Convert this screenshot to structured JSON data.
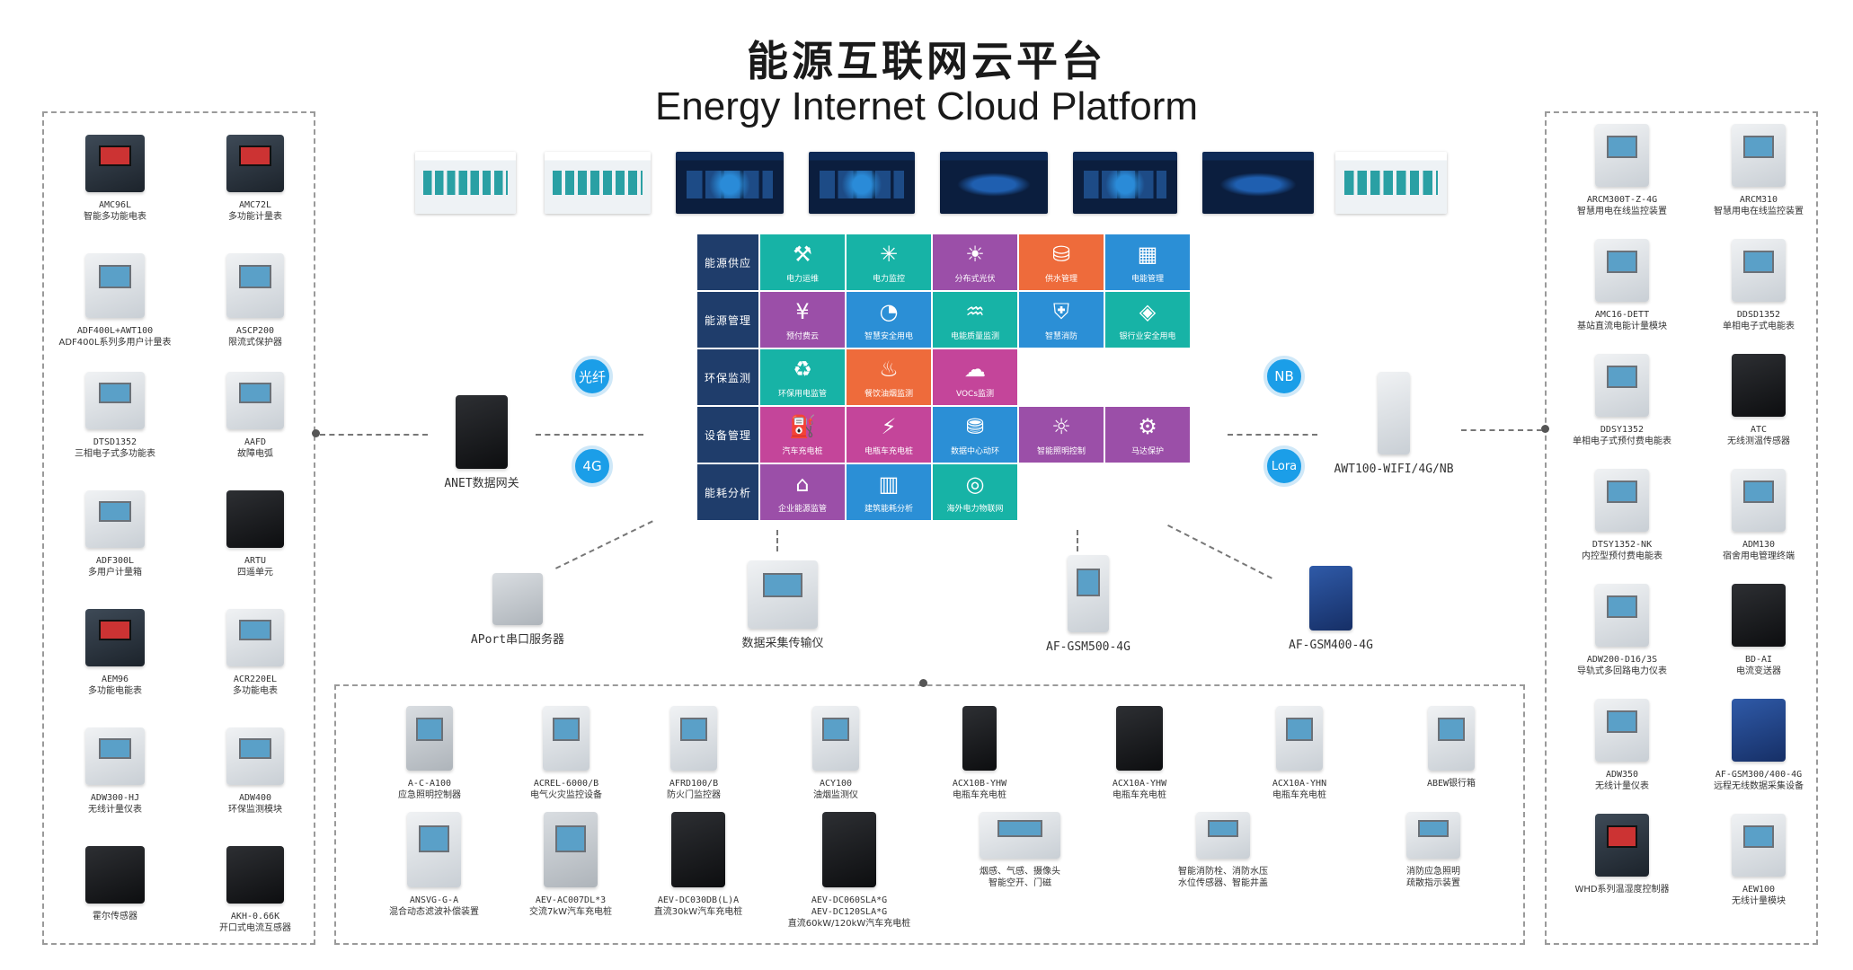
{
  "title": {
    "cn": "能源互联网云平台",
    "en": "Energy Internet Cloud Platform"
  },
  "screenshots": [
    "dashboard-1",
    "dashboard-2",
    "dashboard-3",
    "dashboard-4",
    "dashboard-5",
    "dashboard-6",
    "dashboard-7",
    "dashboard-8"
  ],
  "categories": [
    "能源供应",
    "能源管理",
    "环保监测",
    "设备管理",
    "能耗分析"
  ],
  "tiles": [
    [
      {
        "label": "电力运维",
        "icon": "⚒",
        "color": "#17b3a6"
      },
      {
        "label": "电力监控",
        "icon": "✳",
        "color": "#17b3a6"
      },
      {
        "label": "分布式光伏",
        "icon": "☀",
        "color": "#9b4fa8"
      },
      {
        "label": "供水管理",
        "icon": "⛁",
        "color": "#ee6b3b"
      },
      {
        "label": "电能管理",
        "icon": "▦",
        "color": "#2b8fd6"
      }
    ],
    [
      {
        "label": "预付费云",
        "icon": "¥",
        "color": "#9b4fa8"
      },
      {
        "label": "智慧安全用电",
        "icon": "◔",
        "color": "#2b8fd6"
      },
      {
        "label": "电能质量监测",
        "icon": "♒",
        "color": "#17b3a6"
      },
      {
        "label": "智慧消防",
        "icon": "⛨",
        "color": "#2b8fd6"
      },
      {
        "label": "银行业安全用电",
        "icon": "◈",
        "color": "#17b3a6"
      }
    ],
    [
      {
        "label": "环保用电监管",
        "icon": "♻",
        "color": "#17b3a6"
      },
      {
        "label": "餐饮油烟监测",
        "icon": "♨",
        "color": "#ee6b3b"
      },
      {
        "label": "VOCs监测",
        "icon": "☁",
        "color": "#c4459a"
      }
    ],
    [
      {
        "label": "汽车充电桩",
        "icon": "⛽",
        "color": "#c4459a"
      },
      {
        "label": "电瓶车充电桩",
        "icon": "⚡",
        "color": "#c4459a"
      },
      {
        "label": "数据中心动环",
        "icon": "⛃",
        "color": "#2b8fd6"
      },
      {
        "label": "智能照明控制",
        "icon": "☼",
        "color": "#9b4fa8"
      },
      {
        "label": "马达保护",
        "icon": "⚙",
        "color": "#9b4fa8"
      }
    ],
    [
      {
        "label": "企业能源监管",
        "icon": "⌂",
        "color": "#9b4fa8"
      },
      {
        "label": "建筑能耗分析",
        "icon": "▥",
        "color": "#2b8fd6"
      },
      {
        "label": "海外电力物联网",
        "icon": "◎",
        "color": "#17b3a6"
      }
    ]
  ],
  "bubbles": [
    "光纤",
    "4G",
    "NB",
    "Lora"
  ],
  "gateways": {
    "anet": {
      "name": "ANET数据网关"
    },
    "awt": {
      "name": "AWT100-WIFI/4G/NB"
    },
    "aport": {
      "name": "APort串口服务器"
    },
    "collector": {
      "name": "数据采集传输仪"
    },
    "gsm500": {
      "name": "AF-GSM500-4G"
    },
    "gsm400": {
      "name": "AF-GSM400-4G"
    }
  },
  "left_devices": [
    {
      "name": "AMC96L",
      "desc": "智能多功能电表"
    },
    {
      "name": "AMC72L",
      "desc": "多功能计量表"
    },
    {
      "name": "ADF400L+AWT100",
      "desc": "ADF400L系列多用户计量表"
    },
    {
      "name": "ASCP200",
      "desc": "限流式保护器"
    },
    {
      "name": "DTSD1352",
      "desc": "三相电子式多功能表"
    },
    {
      "name": "AAFD",
      "desc": "故障电弧"
    },
    {
      "name": "ADF300L",
      "desc": "多用户计量箱"
    },
    {
      "name": "ARTU",
      "desc": "四遥单元"
    },
    {
      "name": "AEM96",
      "desc": "多功能电能表"
    },
    {
      "name": "ACR220EL",
      "desc": "多功能电表"
    },
    {
      "name": "ADW300-HJ",
      "desc": "无线计量仪表"
    },
    {
      "name": "ADW400",
      "desc": "环保监测模块"
    },
    {
      "name": "",
      "desc": "霍尔传感器"
    },
    {
      "name": "AKH-0.66K",
      "desc": "开口式电流互感器"
    }
  ],
  "right_devices": [
    {
      "name": "ARCM300T-Z-4G",
      "desc": "智慧用电在线监控装置"
    },
    {
      "name": "ARCM310",
      "desc": "智慧用电在线监控装置"
    },
    {
      "name": "AMC16-DETT",
      "desc": "基站直流电能计量模块"
    },
    {
      "name": "DDSD1352",
      "desc": "单相电子式电能表"
    },
    {
      "name": "DDSY1352",
      "desc": "单相电子式预付费电能表"
    },
    {
      "name": "ATC",
      "desc": "无线测温传感器"
    },
    {
      "name": "DTSY1352-NK",
      "desc": "内控型预付费电能表"
    },
    {
      "name": "ADM130",
      "desc": "宿舍用电管理终端"
    },
    {
      "name": "ADW200-D16/3S",
      "desc": "导轨式多回路电力仪表"
    },
    {
      "name": "BD-AI",
      "desc": "电流变送器"
    },
    {
      "name": "ADW350",
      "desc": "无线计量仪表"
    },
    {
      "name": "AF-GSM300/400-4G",
      "desc": "远程无线数据采集设备"
    },
    {
      "name": "",
      "desc": "WHD系列温湿度控制器"
    },
    {
      "name": "AEW100",
      "desc": "无线计量模块"
    }
  ],
  "bottom_row1": [
    {
      "name": "A-C-A100",
      "desc": "应急照明控制器"
    },
    {
      "name": "ACREL-6000/B",
      "desc": "电气火灾监控设备"
    },
    {
      "name": "AFRD100/B",
      "desc": "防火门监控器"
    },
    {
      "name": "ACY100",
      "desc": "油烟监测仪"
    },
    {
      "name": "ACX10B-YHW",
      "desc": "电瓶车充电桩"
    },
    {
      "name": "ACX10A-YHW",
      "desc": "电瓶车充电桩"
    },
    {
      "name": "ACX10A-YHN",
      "desc": "电瓶车充电桩"
    },
    {
      "name": "ABEW银行箱",
      "desc": ""
    }
  ],
  "bottom_row2": [
    {
      "name": "ANSVG-G-A",
      "desc": "混合动态滤波补偿装置"
    },
    {
      "name": "AEV-AC007DL*3",
      "desc": "交流7kW汽车充电桩"
    },
    {
      "name": "AEV-DC030DB(L)A",
      "desc": "直流30kW汽车充电桩"
    },
    {
      "name": "AEV-DC060SLA*G",
      "name2": "AEV-DC120SLA*G",
      "desc": "直流60kW/120kW汽车充电桩"
    },
    {
      "name": "烟感、气感、摄像头",
      "desc": "智能空开、门磁"
    },
    {
      "name": "智能消防栓、消防水压",
      "desc": "水位传感器、智能井盖"
    },
    {
      "name": "消防应急照明",
      "desc": "疏散指示装置"
    }
  ]
}
